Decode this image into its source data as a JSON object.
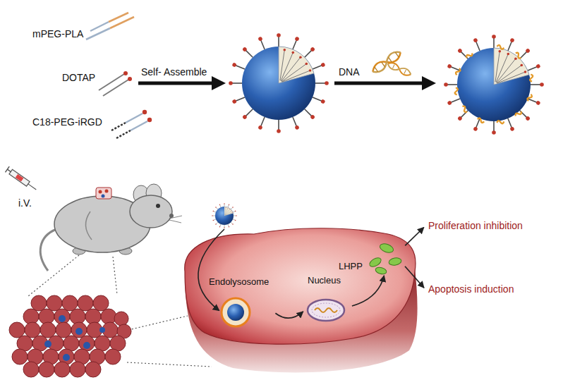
{
  "diagram": {
    "nodes": [
      {
        "text": [
          "Endolysosome"
        ]
      },
      {
        "text": [
          "Nucleus"
        ]
      },
      {
        "text": [
          "LHPP"
        ]
      },
      {
        "text": [
          "Proliferation inhibition"
        ]
      },
      {
        "text": [
          "Apoptosis induction"
        ]
      }
    ],
    "edges": [
      {
        "from": 0,
        "to": 1,
        "arrow": "to"
      },
      {
        "from": 1,
        "to": 2,
        "arrow": "to"
      },
      {
        "from": 2,
        "to": 3,
        "arrow": "to"
      },
      {
        "from": 2,
        "to": 4,
        "arrow": "to"
      }
    ],
    "labels": [
      "mPEG-PLA",
      "DOTAP",
      "C18-PEG-iRGD",
      "Self- Assemble",
      "DNA",
      "i.V."
    ]
  }
}
